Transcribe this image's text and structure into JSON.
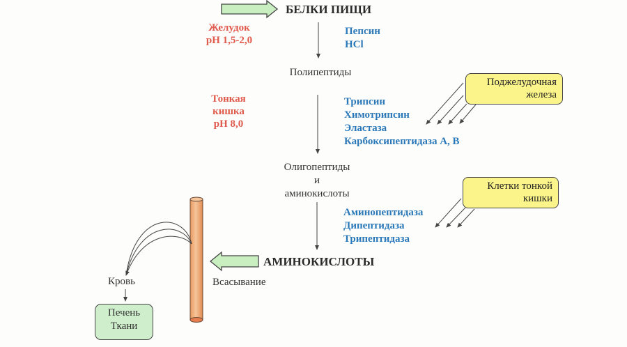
{
  "title": "БЕЛКИ ПИЩИ",
  "stomach": {
    "name": "Желудок",
    "ph": "pH 1,5-2,0"
  },
  "stomach_agents": [
    "Пепсин",
    "HCl"
  ],
  "stage1": "Полипептиды",
  "intestine": {
    "line1": "Тонкая",
    "line2": "кишка",
    "ph": "pH 8,0"
  },
  "pancreas_enzymes": [
    "Трипсин",
    "Химотрипсин",
    "Эластаза",
    "Карбоксипептидаза А, В"
  ],
  "pancreas_box": {
    "line1": "Поджелудочная",
    "line2": "железа"
  },
  "stage2": {
    "line1": "Олигопептиды",
    "line2": "и",
    "line3": "аминокислоты"
  },
  "cells_box": {
    "line1": "Клетки тонкой",
    "line2": "кишки"
  },
  "cell_enzymes": [
    "Аминопептидаза",
    "Дипептидаза",
    "Трипептидаза"
  ],
  "final": "АМИНОКИСЛОТЫ",
  "absorption": "Всасывание",
  "blood": "Кровь",
  "targets": {
    "line1": "Печень",
    "line2": "Ткани"
  },
  "colors": {
    "red": "#e05a4b",
    "blue": "#2a78b8",
    "yellow_box": "#fbf48a",
    "green_box": "#cfeecb",
    "arrow_fill": "#c9eec0",
    "tube": "#f3b786"
  }
}
